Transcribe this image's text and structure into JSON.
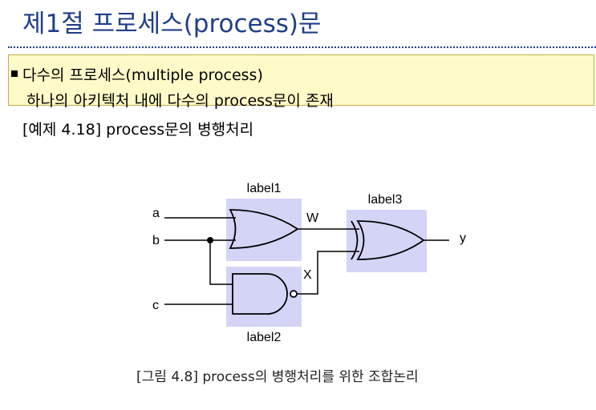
{
  "title": "제1절 프로세스(process)문",
  "bullet": {
    "main": "다수의 프로세스(multiple process)",
    "sub": "하나의 아키텍처 내에 다수의 process문이 존재"
  },
  "example": "[예제 4.18] process문의 병행처리",
  "diagram": {
    "inputs": [
      "a",
      "b",
      "c"
    ],
    "output": "y",
    "wire_labels": [
      "W",
      "X"
    ],
    "blocks": [
      "label1",
      "label2",
      "label3"
    ],
    "block_fill": "#d4d4f7",
    "wire_color": "#000000"
  },
  "caption": "[그림 4.8] process의 병행처리를 위한 조합논리"
}
